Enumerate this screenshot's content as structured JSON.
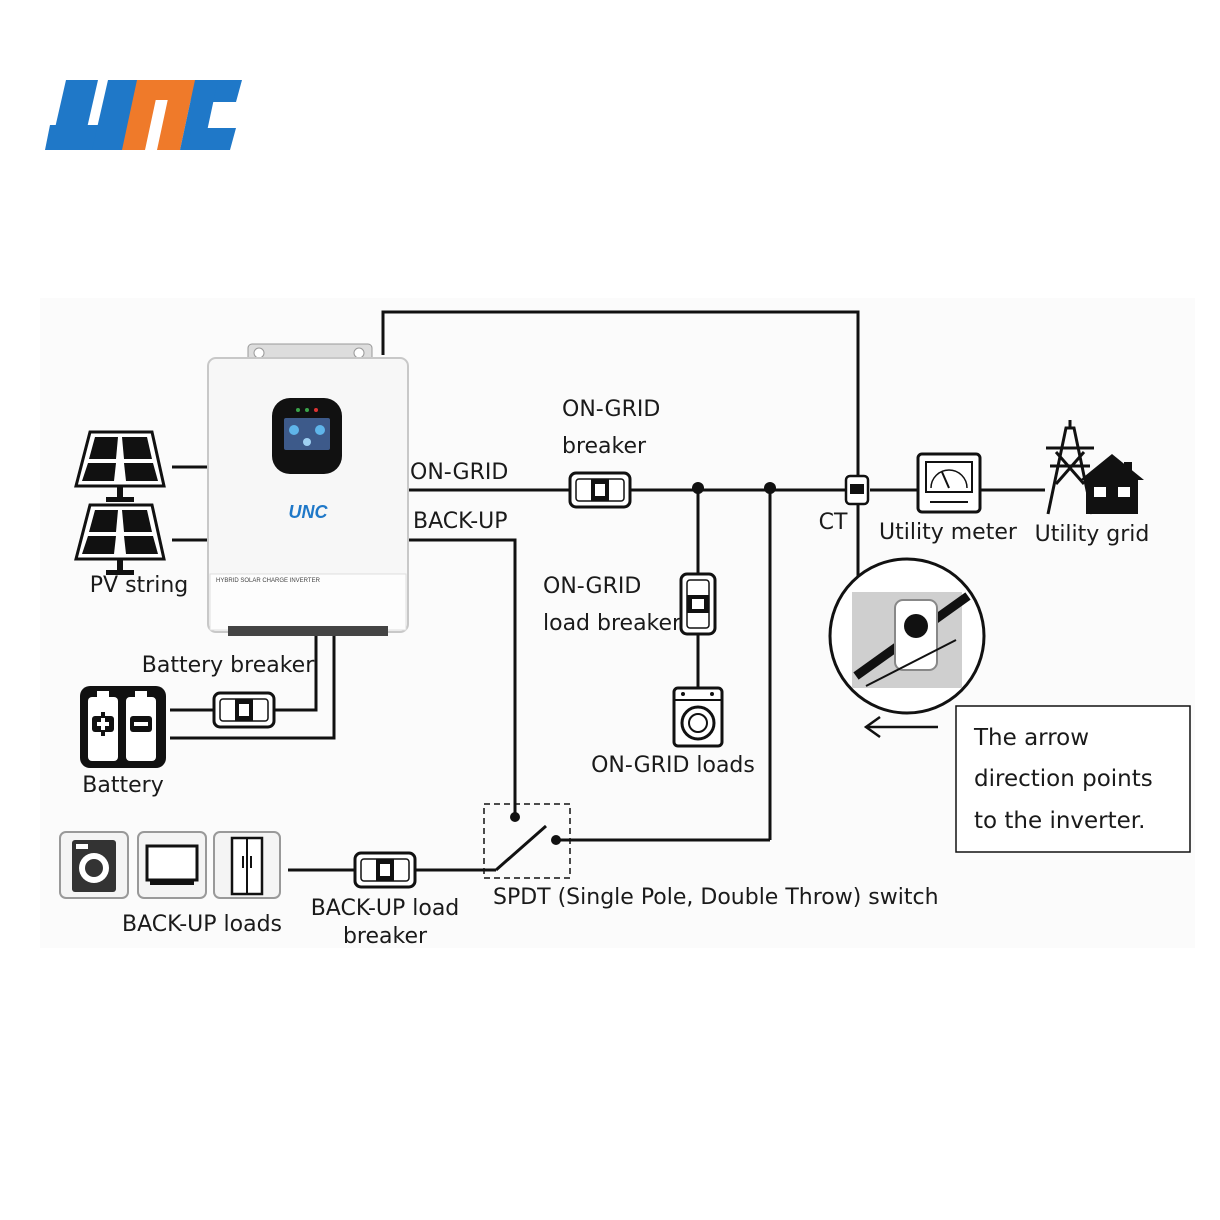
{
  "brand": {
    "logo_text": "UNC",
    "colors": {
      "blue": "#1f78c8",
      "orange": "#ef7a2a"
    }
  },
  "inverter": {
    "model_label": "HYBRID SOLAR CHARGE INVERTER",
    "logo_text": "UNC"
  },
  "labels": {
    "pv_string": "PV string",
    "battery_breaker": "Battery breaker",
    "battery": "Battery",
    "on_grid_line": "ON-GRID",
    "back_up_line": "BACK-UP",
    "on_grid_breaker_1": "ON-GRID",
    "on_grid_breaker_2": "breaker",
    "on_grid_load_breaker_1": "ON-GRID",
    "on_grid_load_breaker_2": "load breaker",
    "on_grid_loads": "ON-GRID loads",
    "ct": "CT",
    "utility_meter": "Utility meter",
    "utility_grid": "Utility grid",
    "back_up_loads": "BACK-UP loads",
    "back_up_load_breaker_1": "BACK-UP load",
    "back_up_load_breaker_2": "breaker",
    "spdt_switch": "SPDT (Single Pole, Double Throw) switch"
  },
  "note": {
    "line1": "The arrow",
    "line2": "direction points",
    "line3": "to the inverter."
  },
  "icons": [
    "solar-panel-icon",
    "battery-icon",
    "breaker-icon",
    "washing-machine-icon",
    "tv-icon",
    "refrigerator-icon",
    "utility-meter-icon",
    "transmission-tower-icon",
    "house-icon",
    "ct-clamp-icon",
    "arrow-left-icon"
  ]
}
